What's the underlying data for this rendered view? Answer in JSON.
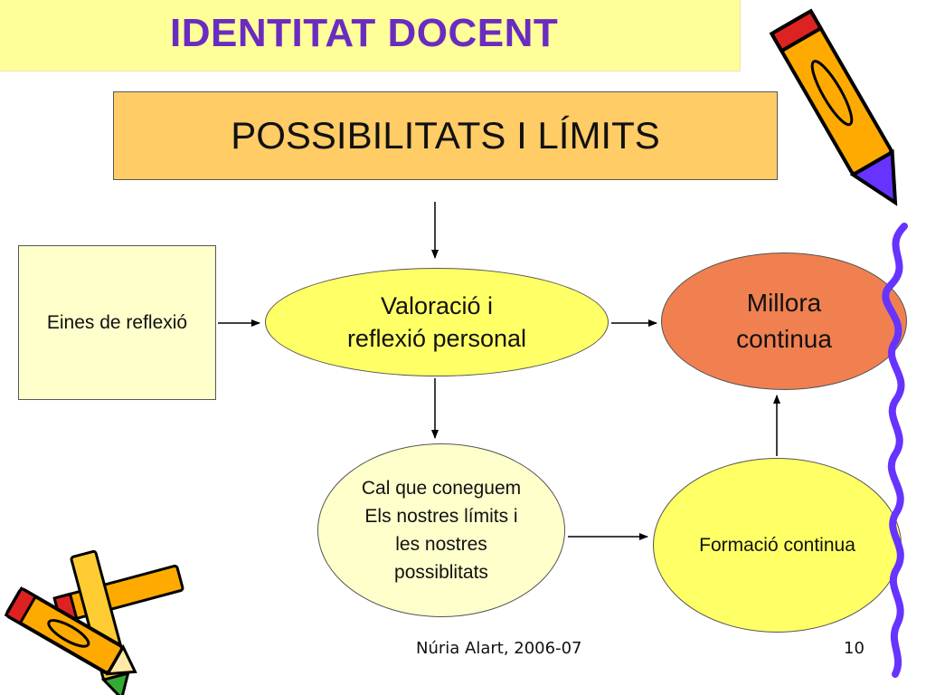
{
  "title": "IDENTITAT DOCENT",
  "header_box": "POSSIBILITATS I LÍMITS",
  "nodes": {
    "tools": "Eines de reflexió",
    "valuation": [
      "Valoració i",
      "reflexió personal"
    ],
    "improvement": [
      "Millora",
      "continua"
    ],
    "limits": [
      "Cal que coneguem",
      "Els nostres límits i",
      "les nostres",
      "possiblitats"
    ],
    "training": "Formació continua"
  },
  "footer": {
    "author": "Núria Alart, 2006-07",
    "page_number": "10"
  },
  "colors": {
    "title_bg": "#ffff99",
    "title_text": "#6a2cc0",
    "header_box_bg": "#ffcc66",
    "tools_bg": "#ffffcc",
    "valuation_bg": "#ffff66",
    "improvement_bg": "#f08050",
    "limits_bg": "#ffffcc",
    "training_bg": "#ffff66",
    "squiggle": "#6633ff"
  },
  "decorations": [
    "pencil-icon-top-right",
    "pencils-icon-bottom-left",
    "squiggle-border-right"
  ]
}
